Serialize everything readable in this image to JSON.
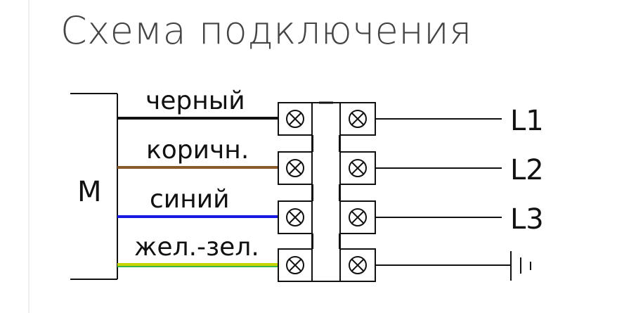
{
  "title": "Схема подключения",
  "motor": {
    "label": "M"
  },
  "wires": [
    {
      "label": "черный",
      "color": "#111111"
    },
    {
      "label": "коричн.",
      "color": "#8B5A2B"
    },
    {
      "label": "синий",
      "color": "#1a1ae6"
    },
    {
      "label": "жел.-зел.",
      "color_a": "#c8d400",
      "color_b": "#39b54a"
    }
  ],
  "outputs": [
    "L1",
    "L2",
    "L3"
  ],
  "ground_icon": "ground-symbol-icon",
  "terminal_icon": "terminal-screw-icon"
}
